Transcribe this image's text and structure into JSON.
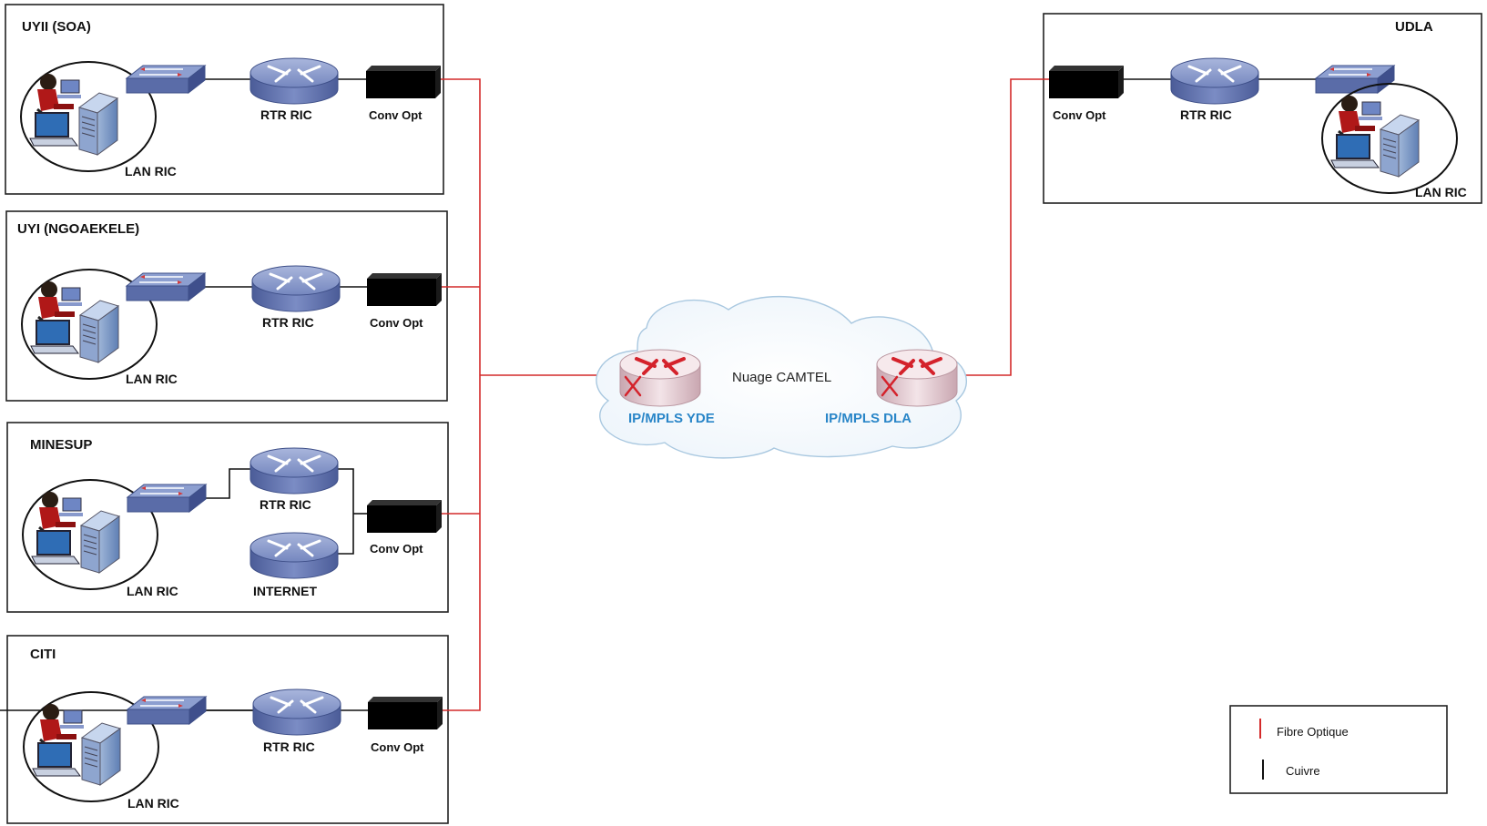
{
  "sites": [
    {
      "name": "UYII (SOA)",
      "router_label": "RTR RIC",
      "converter_label": "Conv Opt",
      "lan_label": "LAN RIC"
    },
    {
      "name": "UYI (NGOAEKELE)",
      "router_label": "RTR RIC",
      "converter_label": "Conv Opt",
      "lan_label": "LAN RIC"
    },
    {
      "name": "MINESUP",
      "router_label": "RTR RIC",
      "internet_router_label": "INTERNET",
      "converter_label": "Conv Opt",
      "lan_label": "LAN RIC"
    },
    {
      "name": "CITI",
      "router_label": "RTR RIC",
      "converter_label": "Conv Opt",
      "lan_label": "LAN RIC"
    },
    {
      "name": "UDLA",
      "router_label": "RTR RIC",
      "converter_label": "Conv Opt",
      "lan_label": "LAN RIC"
    }
  ],
  "cloud": {
    "label": "Nuage CAMTEL",
    "core_routers": [
      "IP/MPLS YDE",
      "IP/MPLS DLA"
    ]
  },
  "legend": {
    "fiber": {
      "label": "Fibre Optique",
      "color": "#d42a2a"
    },
    "copper": {
      "label": "Cuivre",
      "color": "#111111"
    }
  },
  "icons": [
    "user-icon",
    "laptop-icon",
    "server-icon",
    "switch-icon",
    "router-icon",
    "optical-converter-icon",
    "mpls-router-icon",
    "cloud-icon"
  ]
}
